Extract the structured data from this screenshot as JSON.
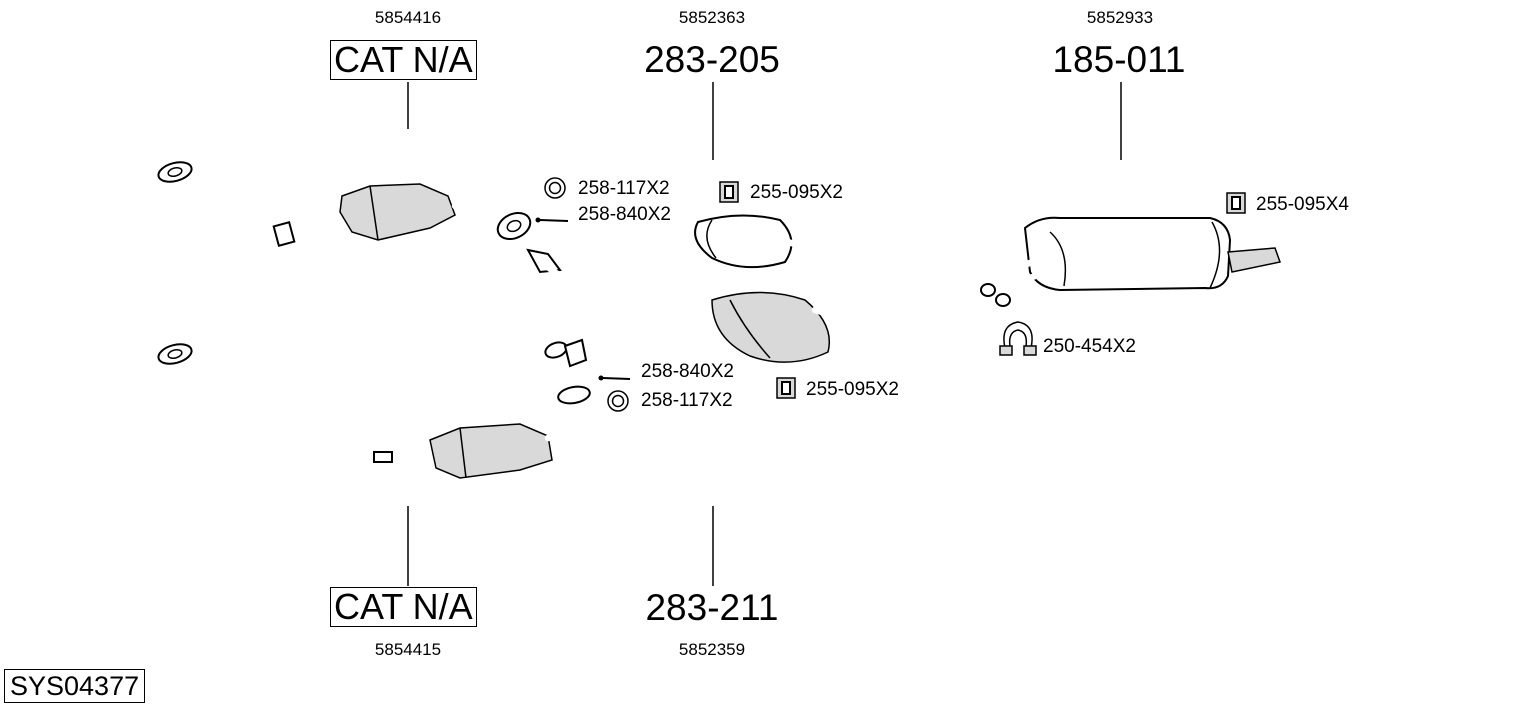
{
  "assemblies": {
    "front_cat_top": {
      "oem": "5854416",
      "label": "CAT N/A"
    },
    "middle_top": {
      "oem": "5852363",
      "label": "283-205"
    },
    "rear_muffler": {
      "oem": "5852933",
      "label": "185-011"
    },
    "front_cat_bottom": {
      "oem": "5854415",
      "label": "CAT N/A"
    },
    "middle_bottom": {
      "oem": "5852359",
      "label": "283-211"
    }
  },
  "parts": {
    "gasket_top": "258-117X2",
    "bolt_top": "258-840X2",
    "mount_top": "255-095X2",
    "mount_rear": "255-095X4",
    "bolt_bottom": "258-840X2",
    "gasket_bottom": "258-117X2",
    "mount_bottom": "255-095X2",
    "clamp": "250-454X2"
  },
  "system_id": "SYS04377"
}
